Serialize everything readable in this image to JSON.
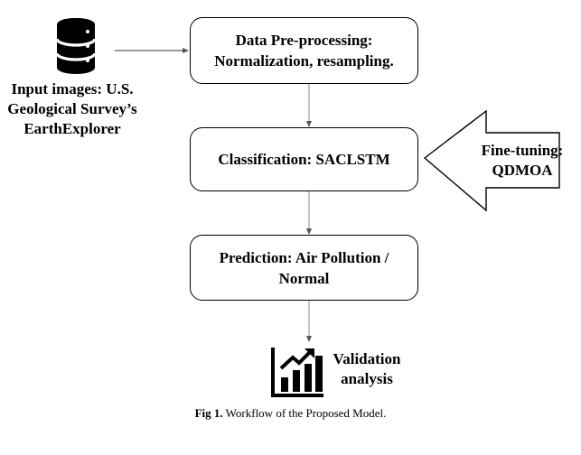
{
  "input": {
    "icon": "database-icon",
    "lines": [
      "Input images: U.S.",
      "Geological Survey’s",
      "EarthExplorer"
    ]
  },
  "steps": [
    {
      "id": "preprocessing",
      "lines": [
        "Data Pre-processing:",
        "Normalization, resampling."
      ]
    },
    {
      "id": "classification",
      "lines": [
        "Classification: SACLSTM"
      ]
    },
    {
      "id": "prediction",
      "lines": [
        "Prediction: Air Pollution /",
        "Normal"
      ]
    }
  ],
  "finetuning": {
    "icon": "arrow-left-icon",
    "lines": [
      "Fine-tuning:",
      "QDMOA"
    ]
  },
  "validation": {
    "icon": "bar-chart-growth-icon",
    "lines": [
      "Validation",
      "analysis"
    ]
  },
  "caption": {
    "label": "Fig 1.",
    "text": " Workflow of the Proposed Model."
  }
}
